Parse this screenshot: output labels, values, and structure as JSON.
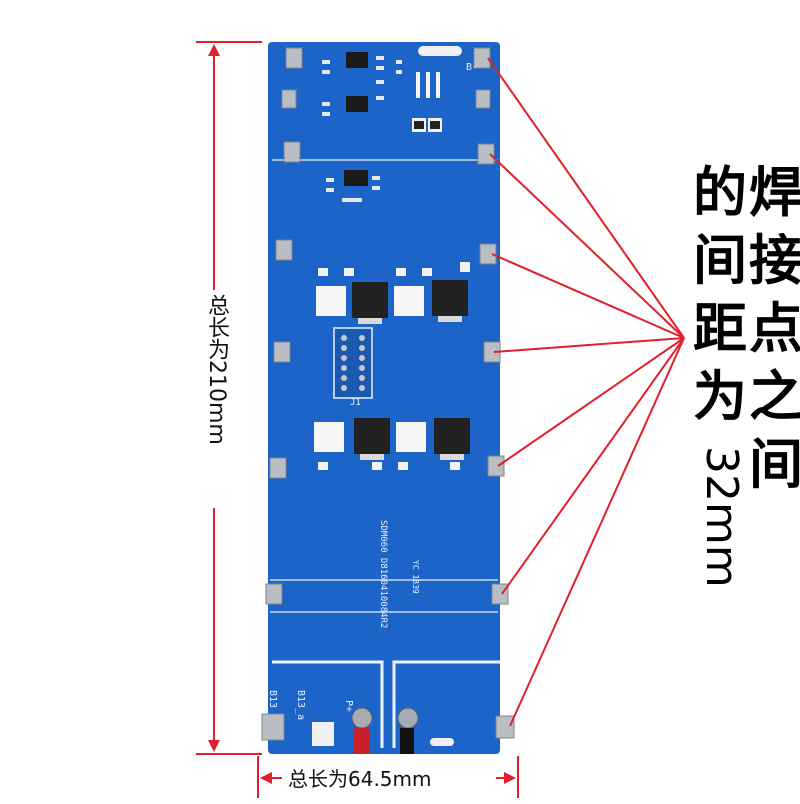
{
  "annotations": {
    "height_label": "总长为210mm",
    "width_label": "总长为64.5mm",
    "spacing_label_col1": [
      "的",
      "间",
      "距",
      "为",
      "32mm"
    ],
    "spacing_label_col2": [
      "焊",
      "接",
      "点",
      "之",
      "间"
    ]
  },
  "board": {
    "silkscreen_top_right": "B-",
    "silkscreen_code": "SDM060 D8160410084R2",
    "silkscreen_small": "YC 1839",
    "silkscreen_j1": "J1",
    "silkscreen_b13": "B13",
    "silkscreen_b13a": "B13_a",
    "silkscreen_p": "P+"
  },
  "colors": {
    "pcb_blue": "#1b63c9",
    "annotation_red": "#e0202a"
  }
}
